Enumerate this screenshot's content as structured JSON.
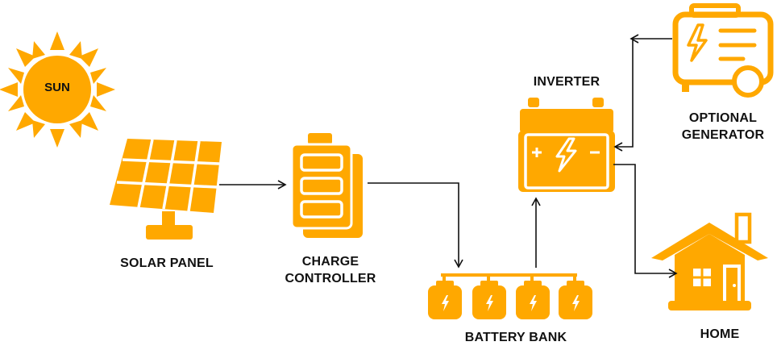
{
  "diagram": {
    "colors": {
      "accent": "#FFA800",
      "accent_dark": "#FFA000",
      "line": "#111111"
    },
    "nodes": {
      "sun": {
        "label": "SUN",
        "icon": "sun-icon"
      },
      "solar_panel": {
        "label": "SOLAR PANEL",
        "icon": "solar-panel-icon"
      },
      "charge_controller": {
        "line1": "CHARGE",
        "line2": "CONTROLLER",
        "icon": "charge-controller-icon"
      },
      "battery_bank": {
        "label": "BATTERY BANK",
        "icon": "battery-bank-icon"
      },
      "inverter": {
        "label": "INVERTER",
        "icon": "inverter-battery-icon"
      },
      "generator": {
        "line1": "OPTIONAL",
        "line2": "GENERATOR",
        "icon": "generator-icon"
      },
      "home": {
        "label": "HOME",
        "icon": "house-icon"
      }
    },
    "connections": [
      {
        "from": "solar_panel",
        "to": "charge_controller"
      },
      {
        "from": "charge_controller",
        "to": "battery_bank"
      },
      {
        "from": "battery_bank",
        "to": "inverter"
      },
      {
        "from": "generator",
        "to": "inverter"
      },
      {
        "from": "inverter",
        "to": "home"
      }
    ]
  }
}
